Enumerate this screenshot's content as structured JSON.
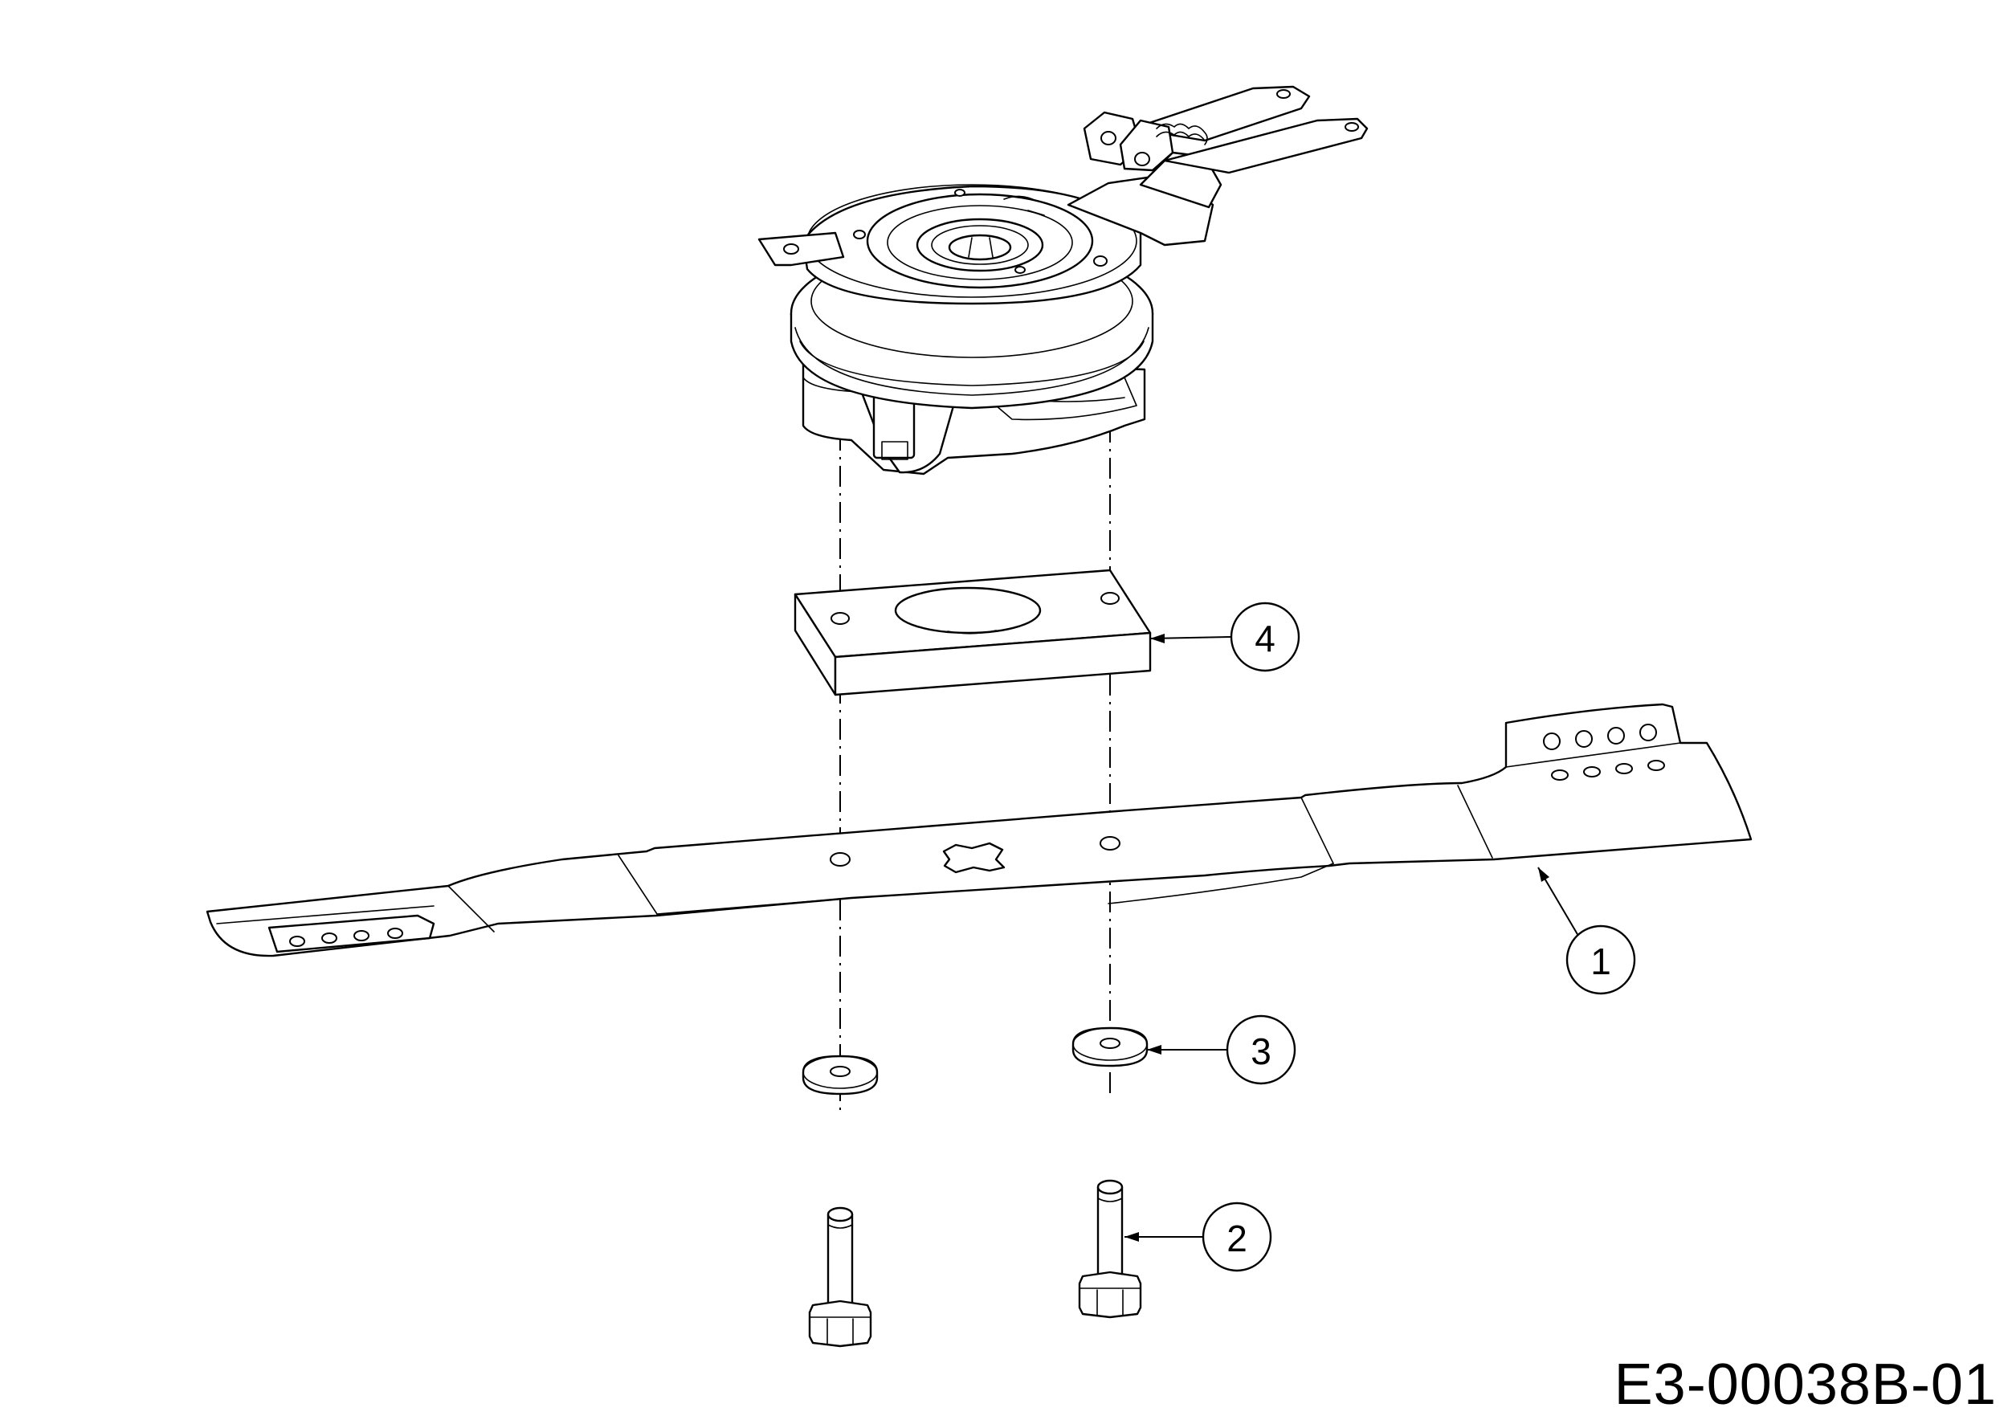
{
  "drawing_number": "E3-00038B-01",
  "callouts": [
    {
      "label": "1",
      "part": "blade"
    },
    {
      "label": "2",
      "part": "bolt"
    },
    {
      "label": "3",
      "part": "washer"
    },
    {
      "label": "4",
      "part": "spacer-block"
    }
  ]
}
